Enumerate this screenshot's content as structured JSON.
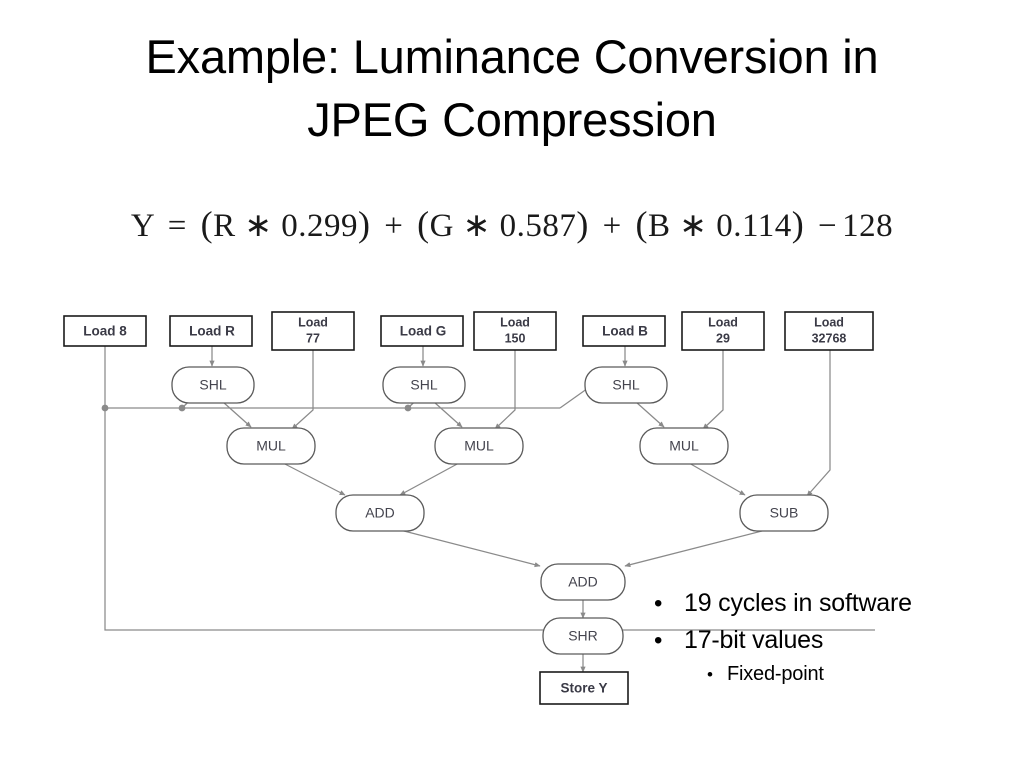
{
  "slide": {
    "title": "Example: Luminance Conversion in\nJPEG Compression",
    "formula": {
      "lhs": "Y",
      "equals": "=",
      "term1_open": "(",
      "term1": "R ∗ 0.299",
      "term1_close": ")",
      "plus1": "+",
      "term2_open": "(",
      "term2": "G ∗ 0.587",
      "term2_close": ")",
      "plus2": "+",
      "term3_open": "(",
      "term3": "B ∗ 0.114",
      "term3_close": ")",
      "minus": "−",
      "constant": "128",
      "plain_text": "Y = (R * 0.299) + (G * 0.587) + (B * 0.114) − 128"
    }
  },
  "diagram": {
    "type": "dataflow-graph",
    "load_nodes": [
      {
        "id": "load-8",
        "label": "Load 8",
        "lines": [
          "Load 8"
        ]
      },
      {
        "id": "load-r",
        "label": "Load R",
        "lines": [
          "Load R"
        ]
      },
      {
        "id": "load-77",
        "label": "Load 77",
        "lines": [
          "Load",
          "77"
        ]
      },
      {
        "id": "load-g",
        "label": "Load G",
        "lines": [
          "Load G"
        ]
      },
      {
        "id": "load-150",
        "label": "Load 150",
        "lines": [
          "Load",
          "150"
        ]
      },
      {
        "id": "load-b",
        "label": "Load B",
        "lines": [
          "Load B"
        ]
      },
      {
        "id": "load-29",
        "label": "Load 29",
        "lines": [
          "Load",
          "29"
        ]
      },
      {
        "id": "load-32768",
        "label": "Load 32768",
        "lines": [
          "Load",
          "32768"
        ]
      }
    ],
    "op_nodes": [
      {
        "id": "shl-1",
        "label": "SHL"
      },
      {
        "id": "shl-2",
        "label": "SHL"
      },
      {
        "id": "shl-3",
        "label": "SHL"
      },
      {
        "id": "mul-1",
        "label": "MUL"
      },
      {
        "id": "mul-2",
        "label": "MUL"
      },
      {
        "id": "mul-3",
        "label": "MUL"
      },
      {
        "id": "add-1",
        "label": "ADD"
      },
      {
        "id": "sub-1",
        "label": "SUB"
      },
      {
        "id": "add-2",
        "label": "ADD"
      },
      {
        "id": "shr-1",
        "label": "SHR"
      }
    ],
    "store_node": {
      "id": "store-y",
      "label": "Store Y"
    }
  },
  "bullets": [
    {
      "mark": "•",
      "text": "19 cycles in software",
      "level": 1
    },
    {
      "mark": "•",
      "text": "17-bit values",
      "level": 1
    },
    {
      "mark": "•",
      "text": "Fixed-point",
      "level": 2
    }
  ],
  "colors": {
    "background": "#ffffff",
    "text": "#000000",
    "edge": "#8a8a8a",
    "node_stroke": "#1a1a1a",
    "round_stroke": "#5a5a5a"
  }
}
